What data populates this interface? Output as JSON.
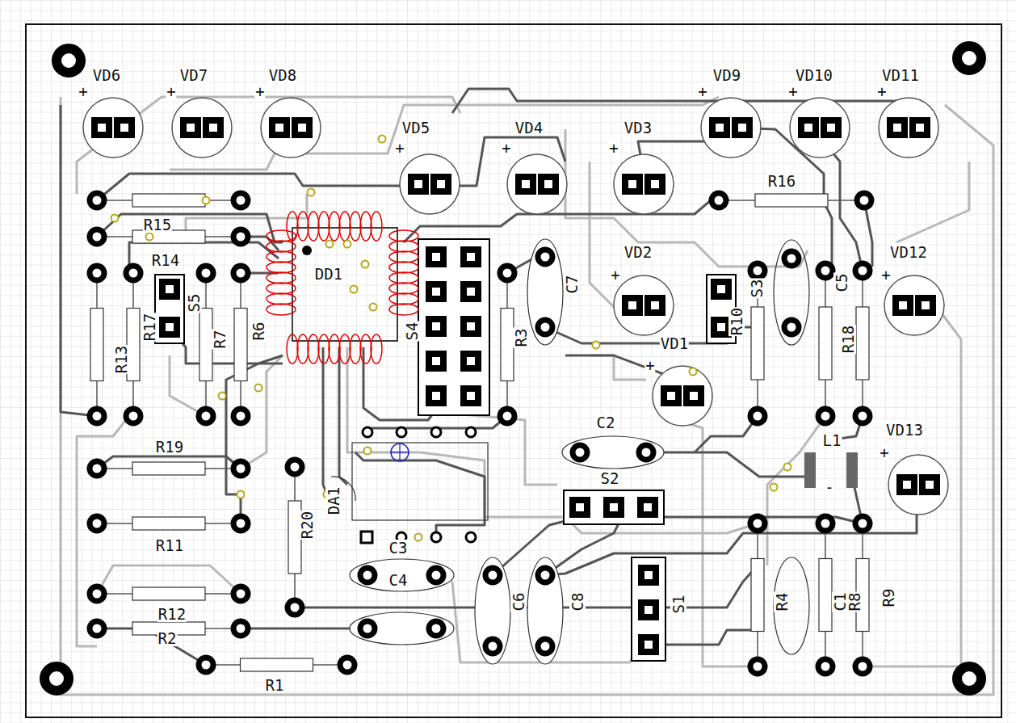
{
  "diagram": {
    "labels": [
      "VD6",
      "VD7",
      "VD8",
      "VD5",
      "VD4",
      "VD3",
      "VD9",
      "VD10",
      "VD11",
      "R16",
      "VD2",
      "VD12",
      "C7",
      "R15",
      "R14",
      "DD1",
      "S5",
      "R13",
      "R17",
      "R7",
      "R6",
      "S4",
      "R3",
      "R10",
      "S3",
      "C5",
      "R18",
      "VD1",
      "C2",
      "L1",
      "VD13",
      "R19",
      "S2",
      "DA1",
      "R20",
      "R11",
      "C3",
      "C4",
      "C6",
      "C8",
      "S1",
      "R4",
      "C1",
      "R8",
      "R9",
      "R12",
      "R2",
      "R1",
      "+",
      "+",
      "+",
      "+",
      "+",
      "+",
      "+",
      "+",
      "+",
      "+",
      "+",
      "+",
      "+",
      "-"
    ]
  }
}
